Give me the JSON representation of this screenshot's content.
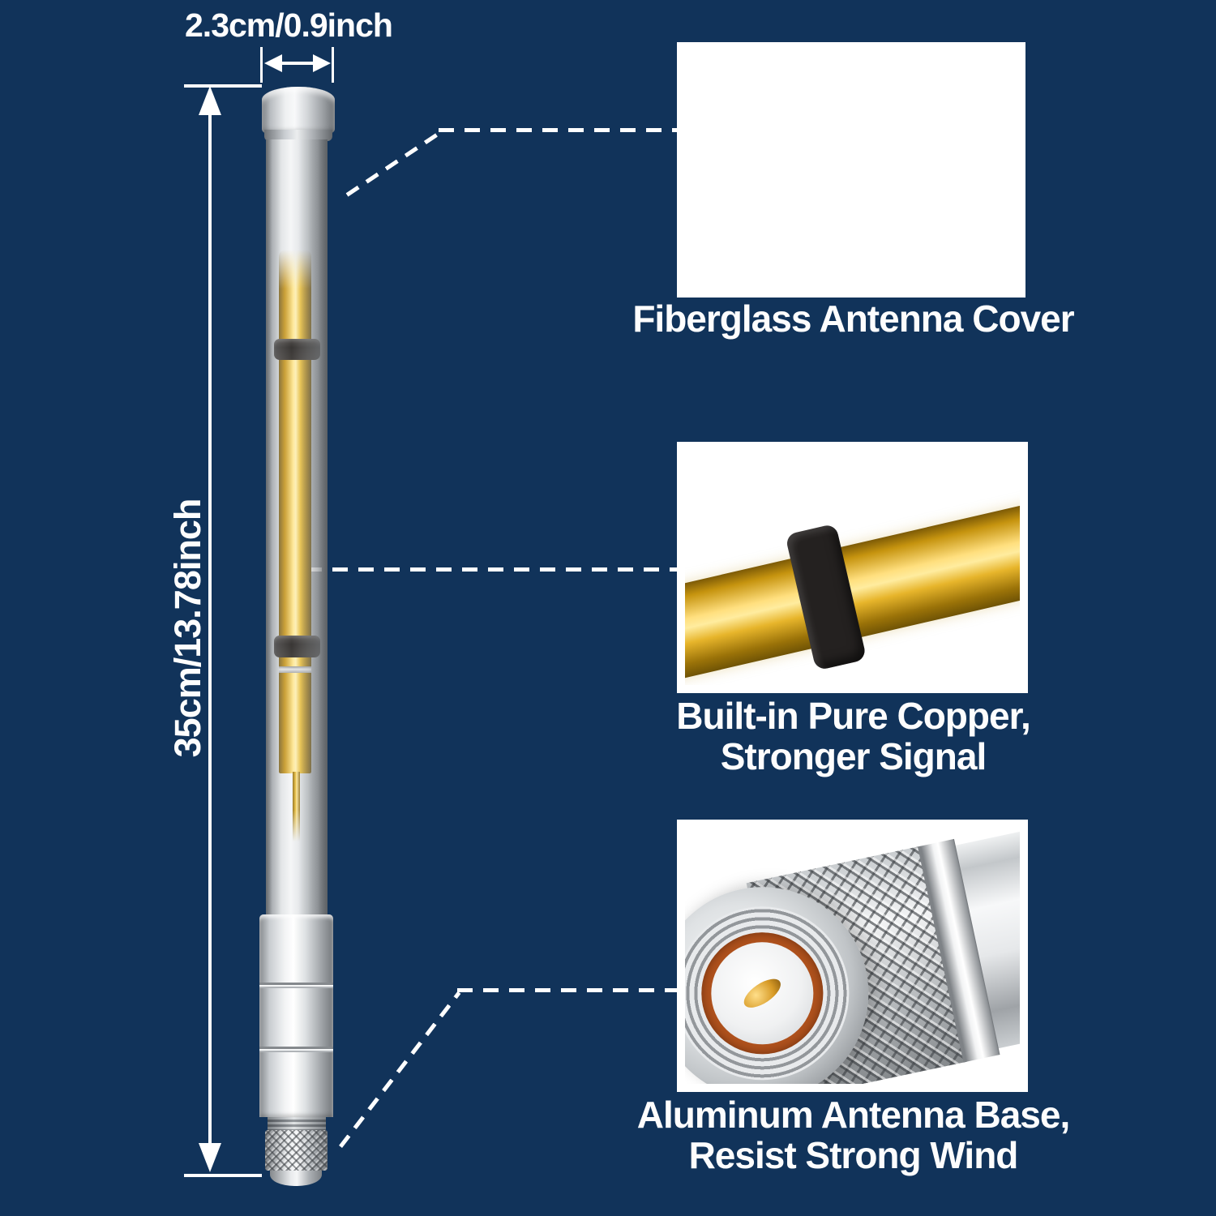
{
  "colors": {
    "background": "#11335A",
    "text": "#FDFDFD",
    "callout_line": "#FFFFFF",
    "copper_gold": "#E7B52B",
    "silver": "#C9CDD1",
    "foam_ring_black": "#242120"
  },
  "dimensions": {
    "width_label": "2.3cm/0.9inch",
    "height_label": "35cm/13.78inch"
  },
  "callouts": [
    {
      "target": "antenna-top-cover",
      "label_lines": [
        "Fiberglass Antenna Cover"
      ]
    },
    {
      "target": "antenna-middle-rod",
      "label_lines": [
        "Built-in Pure Copper,",
        "Stronger Signal"
      ]
    },
    {
      "target": "antenna-base-connector",
      "label_lines": [
        "Aluminum Antenna Base,",
        "Resist Strong Wind"
      ]
    }
  ]
}
